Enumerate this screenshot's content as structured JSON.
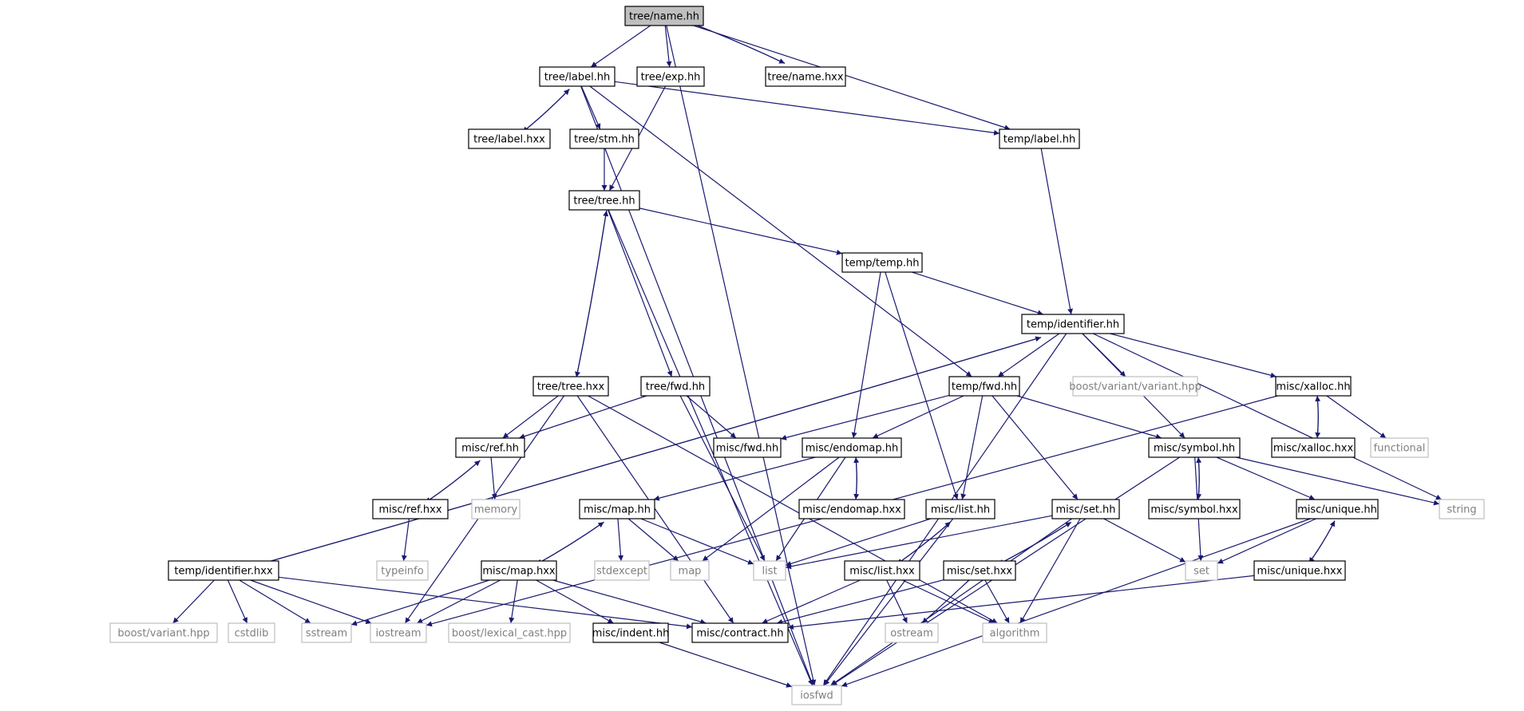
{
  "colors": {
    "edge": "#191970",
    "node_border": "#000000",
    "system_border": "#bfbfbf",
    "system_text": "#7f7f7f",
    "focus_fill": "#bfbfbf",
    "background": "#ffffff"
  },
  "nodes": [
    {
      "id": "tree_name_hh",
      "label": "tree/name.hh",
      "kind": "focus"
    },
    {
      "id": "tree_label_hh",
      "label": "tree/label.hh",
      "kind": "local"
    },
    {
      "id": "tree_exp_hh",
      "label": "tree/exp.hh",
      "kind": "local"
    },
    {
      "id": "tree_name_hxx",
      "label": "tree/name.hxx",
      "kind": "local"
    },
    {
      "id": "tree_label_hxx",
      "label": "tree/label.hxx",
      "kind": "local"
    },
    {
      "id": "tree_stm_hh",
      "label": "tree/stm.hh",
      "kind": "local"
    },
    {
      "id": "temp_label_hh",
      "label": "temp/label.hh",
      "kind": "local"
    },
    {
      "id": "tree_tree_hh",
      "label": "tree/tree.hh",
      "kind": "local"
    },
    {
      "id": "temp_temp_hh",
      "label": "temp/temp.hh",
      "kind": "local"
    },
    {
      "id": "temp_identifier_hh",
      "label": "temp/identifier.hh",
      "kind": "local"
    },
    {
      "id": "tree_tree_hxx",
      "label": "tree/tree.hxx",
      "kind": "local"
    },
    {
      "id": "tree_fwd_hh",
      "label": "tree/fwd.hh",
      "kind": "local"
    },
    {
      "id": "temp_fwd_hh",
      "label": "temp/fwd.hh",
      "kind": "local"
    },
    {
      "id": "boost_variant_variant",
      "label": "boost/variant/variant.hpp",
      "kind": "system"
    },
    {
      "id": "misc_xalloc_hh",
      "label": "misc/xalloc.hh",
      "kind": "local"
    },
    {
      "id": "misc_ref_hh",
      "label": "misc/ref.hh",
      "kind": "local"
    },
    {
      "id": "misc_fwd_hh",
      "label": "misc/fwd.hh",
      "kind": "local"
    },
    {
      "id": "misc_endomap_hh",
      "label": "misc/endomap.hh",
      "kind": "local"
    },
    {
      "id": "misc_symbol_hh",
      "label": "misc/symbol.hh",
      "kind": "local"
    },
    {
      "id": "misc_xalloc_hxx",
      "label": "misc/xalloc.hxx",
      "kind": "local"
    },
    {
      "id": "functional",
      "label": "functional",
      "kind": "system"
    },
    {
      "id": "misc_ref_hxx",
      "label": "misc/ref.hxx",
      "kind": "local"
    },
    {
      "id": "memory",
      "label": "memory",
      "kind": "system"
    },
    {
      "id": "misc_map_hh",
      "label": "misc/map.hh",
      "kind": "local"
    },
    {
      "id": "misc_endomap_hxx",
      "label": "misc/endomap.hxx",
      "kind": "local"
    },
    {
      "id": "misc_list_hh",
      "label": "misc/list.hh",
      "kind": "local"
    },
    {
      "id": "misc_set_hh",
      "label": "misc/set.hh",
      "kind": "local"
    },
    {
      "id": "misc_symbol_hxx",
      "label": "misc/symbol.hxx",
      "kind": "local"
    },
    {
      "id": "misc_unique_hh",
      "label": "misc/unique.hh",
      "kind": "local"
    },
    {
      "id": "string",
      "label": "string",
      "kind": "system"
    },
    {
      "id": "typeinfo",
      "label": "typeinfo",
      "kind": "system"
    },
    {
      "id": "temp_identifier_hxx",
      "label": "temp/identifier.hxx",
      "kind": "local"
    },
    {
      "id": "misc_map_hxx",
      "label": "misc/map.hxx",
      "kind": "local"
    },
    {
      "id": "stdexcept",
      "label": "stdexcept",
      "kind": "system"
    },
    {
      "id": "map",
      "label": "map",
      "kind": "system"
    },
    {
      "id": "list",
      "label": "list",
      "kind": "system"
    },
    {
      "id": "misc_list_hxx",
      "label": "misc/list.hxx",
      "kind": "local"
    },
    {
      "id": "misc_set_hxx",
      "label": "misc/set.hxx",
      "kind": "local"
    },
    {
      "id": "set",
      "label": "set",
      "kind": "system"
    },
    {
      "id": "misc_unique_hxx",
      "label": "misc/unique.hxx",
      "kind": "local"
    },
    {
      "id": "boost_variant_hpp",
      "label": "boost/variant.hpp",
      "kind": "system"
    },
    {
      "id": "cstdlib",
      "label": "cstdlib",
      "kind": "system"
    },
    {
      "id": "sstream",
      "label": "sstream",
      "kind": "system"
    },
    {
      "id": "iostream",
      "label": "iostream",
      "kind": "system"
    },
    {
      "id": "boost_lexical_cast",
      "label": "boost/lexical_cast.hpp",
      "kind": "system"
    },
    {
      "id": "misc_indent_hh",
      "label": "misc/indent.hh",
      "kind": "local"
    },
    {
      "id": "misc_contract_hh",
      "label": "misc/contract.hh",
      "kind": "local"
    },
    {
      "id": "ostream",
      "label": "ostream",
      "kind": "system"
    },
    {
      "id": "algorithm",
      "label": "algorithm",
      "kind": "system"
    },
    {
      "id": "iosfwd",
      "label": "iosfwd",
      "kind": "system"
    }
  ],
  "edges": [
    [
      "tree_name_hh",
      "tree_label_hh"
    ],
    [
      "tree_name_hh",
      "tree_exp_hh"
    ],
    [
      "tree_name_hh",
      "tree_name_hxx"
    ],
    [
      "tree_name_hxx",
      "tree_name_hh"
    ],
    [
      "tree_name_hh",
      "temp_label_hh"
    ],
    [
      "tree_name_hh",
      "iosfwd"
    ],
    [
      "tree_label_hh",
      "tree_label_hxx"
    ],
    [
      "tree_label_hxx",
      "tree_label_hh"
    ],
    [
      "tree_label_hh",
      "tree_stm_hh"
    ],
    [
      "tree_label_hh",
      "temp_label_hh"
    ],
    [
      "tree_label_hh",
      "temp_fwd_hh"
    ],
    [
      "tree_label_hh",
      "iosfwd"
    ],
    [
      "tree_exp_hh",
      "tree_tree_hh"
    ],
    [
      "tree_stm_hh",
      "tree_tree_hh"
    ],
    [
      "temp_label_hh",
      "temp_identifier_hh"
    ],
    [
      "tree_tree_hh",
      "temp_temp_hh"
    ],
    [
      "tree_tree_hh",
      "tree_tree_hxx"
    ],
    [
      "tree_tree_hxx",
      "tree_tree_hh"
    ],
    [
      "tree_tree_hh",
      "tree_fwd_hh"
    ],
    [
      "tree_tree_hh",
      "iosfwd"
    ],
    [
      "temp_temp_hh",
      "temp_identifier_hh"
    ],
    [
      "temp_temp_hh",
      "misc_endomap_hh"
    ],
    [
      "temp_temp_hh",
      "misc_list_hh"
    ],
    [
      "temp_identifier_hh",
      "temp_fwd_hh"
    ],
    [
      "temp_identifier_hh",
      "boost_variant_variant"
    ],
    [
      "temp_identifier_hh",
      "misc_xalloc_hh"
    ],
    [
      "temp_identifier_hh",
      "misc_symbol_hh"
    ],
    [
      "temp_identifier_hh",
      "string"
    ],
    [
      "temp_identifier_hh",
      "iosfwd"
    ],
    [
      "temp_identifier_hh",
      "temp_identifier_hxx"
    ],
    [
      "temp_identifier_hxx",
      "temp_identifier_hh"
    ],
    [
      "tree_tree_hxx",
      "misc_ref_hh"
    ],
    [
      "tree_tree_hxx",
      "misc_contract_hh"
    ],
    [
      "tree_tree_hxx",
      "iostream"
    ],
    [
      "tree_tree_hxx",
      "algorithm"
    ],
    [
      "tree_fwd_hh",
      "misc_ref_hh"
    ],
    [
      "tree_fwd_hh",
      "misc_fwd_hh"
    ],
    [
      "tree_fwd_hh",
      "list"
    ],
    [
      "temp_fwd_hh",
      "misc_fwd_hh"
    ],
    [
      "temp_fwd_hh",
      "misc_endomap_hh"
    ],
    [
      "temp_fwd_hh",
      "misc_symbol_hh"
    ],
    [
      "temp_fwd_hh",
      "misc_list_hh"
    ],
    [
      "temp_fwd_hh",
      "misc_set_hh"
    ],
    [
      "misc_xalloc_hh",
      "misc_xalloc_hxx"
    ],
    [
      "misc_xalloc_hxx",
      "misc_xalloc_hh"
    ],
    [
      "misc_xalloc_hh",
      "functional"
    ],
    [
      "misc_xalloc_hh",
      "iostream"
    ],
    [
      "misc_ref_hh",
      "misc_ref_hxx"
    ],
    [
      "misc_ref_hxx",
      "misc_ref_hh"
    ],
    [
      "misc_ref_hh",
      "memory"
    ],
    [
      "misc_ref_hxx",
      "typeinfo"
    ],
    [
      "misc_endomap_hh",
      "misc_endomap_hxx"
    ],
    [
      "misc_endomap_hxx",
      "misc_endomap_hh"
    ],
    [
      "misc_endomap_hh",
      "misc_map_hh"
    ],
    [
      "misc_endomap_hh",
      "map"
    ],
    [
      "misc_endomap_hh",
      "list"
    ],
    [
      "misc_symbol_hh",
      "misc_symbol_hxx"
    ],
    [
      "misc_symbol_hxx",
      "misc_symbol_hh"
    ],
    [
      "misc_symbol_hh",
      "misc_unique_hh"
    ],
    [
      "misc_symbol_hh",
      "string"
    ],
    [
      "misc_symbol_hh",
      "set"
    ],
    [
      "misc_symbol_hh",
      "iosfwd"
    ],
    [
      "misc_map_hh",
      "misc_map_hxx"
    ],
    [
      "misc_map_hxx",
      "misc_map_hh"
    ],
    [
      "misc_map_hh",
      "stdexcept"
    ],
    [
      "misc_map_hh",
      "map"
    ],
    [
      "misc_map_hh",
      "list"
    ],
    [
      "misc_list_hh",
      "misc_list_hxx"
    ],
    [
      "misc_list_hxx",
      "misc_list_hh"
    ],
    [
      "misc_list_hh",
      "list"
    ],
    [
      "misc_list_hh",
      "iosfwd"
    ],
    [
      "misc_set_hh",
      "misc_set_hxx"
    ],
    [
      "misc_set_hxx",
      "misc_set_hh"
    ],
    [
      "misc_set_hh",
      "set"
    ],
    [
      "misc_set_hh",
      "list"
    ],
    [
      "misc_set_hh",
      "algorithm"
    ],
    [
      "misc_set_hh",
      "iosfwd"
    ],
    [
      "misc_unique_hh",
      "misc_unique_hxx"
    ],
    [
      "misc_unique_hxx",
      "misc_unique_hh"
    ],
    [
      "misc_unique_hh",
      "set"
    ],
    [
      "misc_unique_hh",
      "iosfwd"
    ],
    [
      "temp_identifier_hxx",
      "boost_variant_hpp"
    ],
    [
      "temp_identifier_hxx",
      "cstdlib"
    ],
    [
      "temp_identifier_hxx",
      "sstream"
    ],
    [
      "temp_identifier_hxx",
      "iostream"
    ],
    [
      "temp_identifier_hxx",
      "misc_contract_hh"
    ],
    [
      "misc_map_hxx",
      "sstream"
    ],
    [
      "misc_map_hxx",
      "iostream"
    ],
    [
      "misc_map_hxx",
      "boost_lexical_cast"
    ],
    [
      "misc_map_hxx",
      "misc_indent_hh"
    ],
    [
      "misc_map_hxx",
      "misc_contract_hh"
    ],
    [
      "misc_list_hxx",
      "misc_contract_hh"
    ],
    [
      "misc_list_hxx",
      "ostream"
    ],
    [
      "misc_list_hxx",
      "algorithm"
    ],
    [
      "misc_set_hxx",
      "misc_contract_hh"
    ],
    [
      "misc_set_hxx",
      "ostream"
    ],
    [
      "misc_set_hxx",
      "algorithm"
    ],
    [
      "misc_unique_hxx",
      "misc_contract_hh"
    ],
    [
      "misc_indent_hh",
      "iosfwd"
    ]
  ]
}
